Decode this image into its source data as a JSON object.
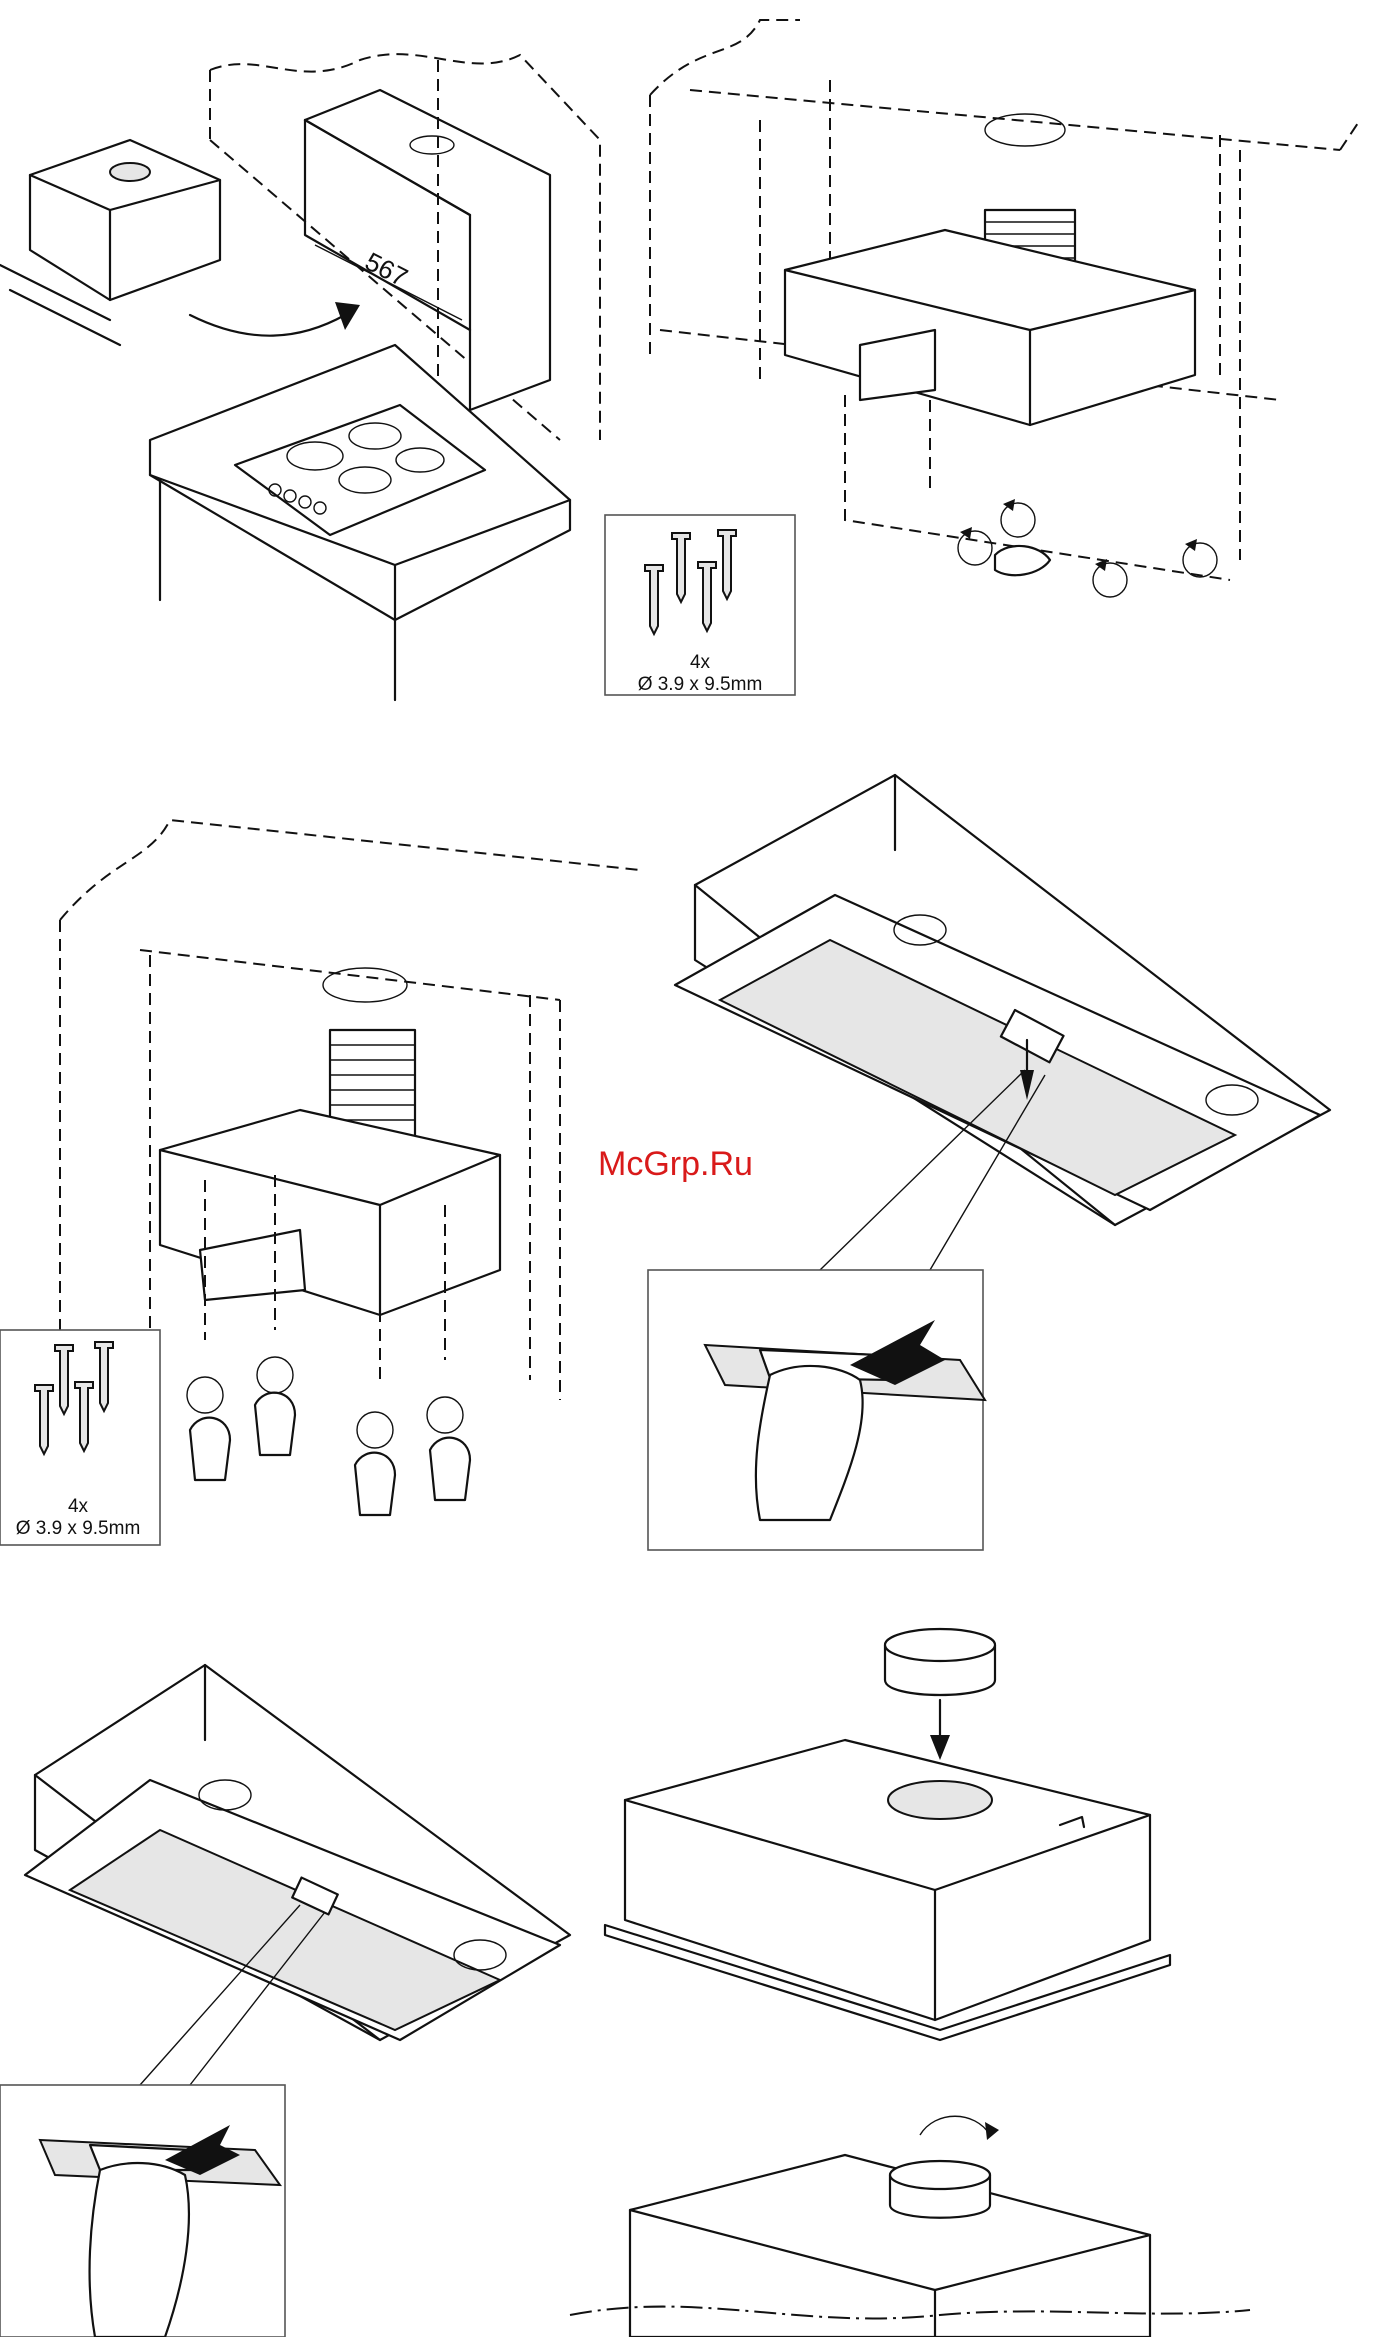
{
  "panel_1": {
    "dimension_label": "567"
  },
  "panel_2": {
    "screws": {
      "count": "4x",
      "size": "Ø 3.9 x 9.5mm"
    }
  },
  "panel_3": {
    "screws": {
      "count": "4x",
      "size": "Ø 3.9 x 9.5mm"
    }
  },
  "watermark": {
    "text": "McGrp.Ru",
    "color": "#d91a1a"
  }
}
